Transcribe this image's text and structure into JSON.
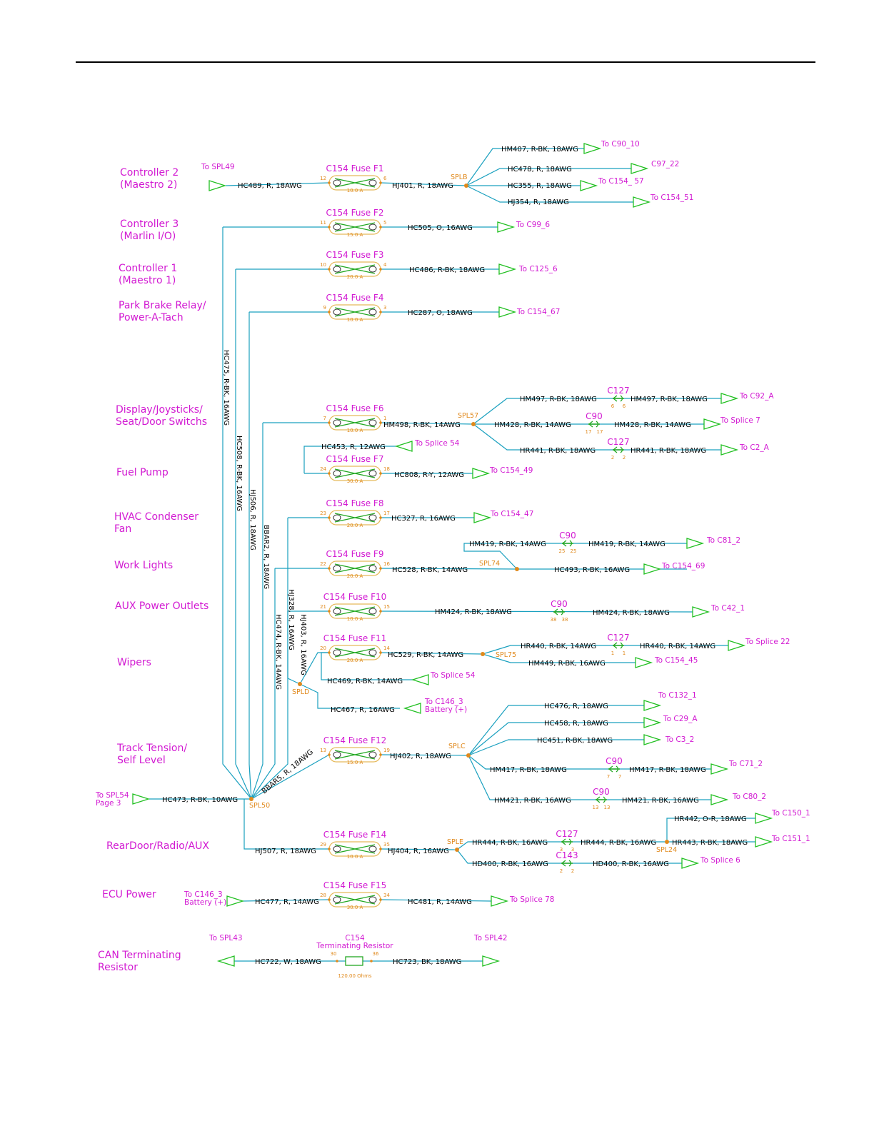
{
  "circuits": [
    {
      "label": "Controller 2\n(Maestro 2)"
    },
    {
      "label": "Controller 3\n(Marlin I/O)"
    },
    {
      "label": "Controller 1\n(Maestro 1)"
    },
    {
      "label": "Park Brake Relay/\nPower-A-Tach"
    },
    {
      "label": "Display/Joysticks/\nSeat/Door Switchs"
    },
    {
      "label": "Fuel Pump"
    },
    {
      "label": "HVAC Condenser\nFan"
    },
    {
      "label": "Work Lights"
    },
    {
      "label": "AUX Power Outlets"
    },
    {
      "label": "Wipers"
    },
    {
      "label": "Track Tension/\nSelf Level"
    },
    {
      "label": "RearDoor/Radio/AUX"
    },
    {
      "label": "ECU Power"
    },
    {
      "label": "CAN Terminating\nResistor"
    }
  ],
  "fuses": [
    {
      "name": "C154  Fuse  F1",
      "rating": "10.0 A",
      "pin_in": "12",
      "pin_out": "6"
    },
    {
      "name": "C154  Fuse  F2",
      "rating": "15.0 A",
      "pin_in": "11",
      "pin_out": "5"
    },
    {
      "name": "C154  Fuse  F3",
      "rating": "20.0 A",
      "pin_in": "10",
      "pin_out": "4"
    },
    {
      "name": "C154  Fuse  F4",
      "rating": "10.0 A",
      "pin_in": "9",
      "pin_out": "3"
    },
    {
      "name": "C154  Fuse  F6",
      "rating": "10.0 A",
      "pin_in": "7",
      "pin_out": "1"
    },
    {
      "name": "C154  Fuse  F7",
      "rating": "30.0 A",
      "pin_in": "24",
      "pin_out": "18"
    },
    {
      "name": "C154    Fuse  F8",
      "rating": "20.0 A",
      "pin_in": "23",
      "pin_out": "17"
    },
    {
      "name": "C154  Fuse  F9",
      "rating": "20.0 A",
      "pin_in": "22",
      "pin_out": "16"
    },
    {
      "name": "C154  Fuse  F10",
      "rating": "10.0 A",
      "pin_in": "21",
      "pin_out": "15"
    },
    {
      "name": "C154  Fuse  F11",
      "rating": "20.0 A",
      "pin_in": "20",
      "pin_out": "14"
    },
    {
      "name": "C154  Fuse  F12",
      "rating": "15.0 A",
      "pin_in": "13",
      "pin_out": "19"
    },
    {
      "name": "C154  Fuse  F14",
      "rating": "10.0 A",
      "pin_in": "29",
      "pin_out": "35"
    },
    {
      "name": "C154  Fuse  F15",
      "rating": "30.0 A",
      "pin_in": "28",
      "pin_out": "34"
    }
  ],
  "resistor": {
    "connector": "C154",
    "name": "Terminating  Resistor",
    "value": "120.00 Ohms",
    "pin_in": "30",
    "pin_out": "36"
  },
  "splices": [
    "SPLB",
    "SPL57",
    "SPL74",
    "SPL75",
    "SPLD",
    "SPLC",
    "SPL50",
    "SPLE",
    "SPL24"
  ],
  "inline": [
    {
      "name": "C127",
      "pin": "6"
    },
    {
      "name": "C90",
      "pin": "17"
    },
    {
      "name": "C127",
      "pin": "2"
    },
    {
      "name": "C90",
      "pin": "25"
    },
    {
      "name": "C90",
      "pin": "38"
    },
    {
      "name": "C127",
      "pin": "1"
    },
    {
      "name": "C90",
      "pin": "7"
    },
    {
      "name": "C90",
      "pin": "13"
    },
    {
      "name": "C127",
      "pin": "3"
    },
    {
      "name": "C143",
      "pin": "2"
    }
  ],
  "wires": [
    "HC489,  R,  18AWG",
    "HJ401,  R,  18AWG",
    "HM407,  R-BK,  18AWG",
    "HC478,  R,  18AWG",
    "HC355,  R,  18AWG",
    "HJ354,  R,  18AWG",
    "HC505,  O,  16AWG",
    "HC486,  R-BK,  18AWG",
    "HC287,  O,  18AWG",
    "HM498,  R-BK,  14AWG",
    "HM497,  R-BK,  18AWG",
    "HM497,  R-BK,  18AWG",
    "HM428,  R-BK,  14AWG",
    "HM428,  R-BK,  14AWG",
    "HR441,  R-BK,  18AWG",
    "HR441,  R-BK,  18AWG",
    "HC453,  R,  12AWG",
    "HC808,  R-Y,  12AWG",
    "HC327,  R,  16AWG",
    "HM419,  R-BK,  14AWG",
    "HM419,  R-BK,  14AWG",
    "HC528,  R-BK,  14AWG",
    "HC493,  R-BK,  16AWG",
    "HM424,  R-BK,  18AWG",
    "HM424,  R-BK,  18AWG",
    "HC529,  R-BK,  14AWG",
    "HR440,  R-BK,  14AWG",
    "HR440,  R-BK,  14AWG",
    "HM449,  R-BK,  16AWG",
    "HC469,  R-BK,  14AWG",
    "HC467,  R,  16AWG",
    "HC476,  R,  18AWG",
    "HC458,  R,  18AWG",
    "HC451,  R-BK,  18AWG",
    "HJ402,  R,  18AWG",
    "HM417,  R-BK,  18AWG",
    "HM417,  R-BK,  18AWG",
    "HM421,  R-BK,  16AWG",
    "HM421,  R-BK,  16AWG",
    "BBAR5,  R,  18AWG",
    "HC473,  R-BK,  10AWG",
    "HJ507,  R,  18AWG",
    "HJ404,  R,  16AWG",
    "HR444,  R-BK,  16AWG",
    "HR444,  R-BK,  16AWG",
    "HR442,  O-R,  18AWG",
    "HR443,  R-BK,  18AWG",
    "HD400,  R-BK,  16AWG",
    "HD400,  R-BK,  16AWG",
    "HC477,  R,  14AWG",
    "HC481,  R,  14AWG",
    "HC722,  W,  18AWG",
    "HC723,  BK,  18AWG",
    "HC475,  R-BK,  16AWG",
    "HC508,  R-BK,  16AWG",
    "HJ506,  R,  18AWG",
    "BBAR2,  R,  18AWG",
    "HJ328,  R,  16AWG",
    "HC474,  R-BK,  14AWG",
    "HJ403,  R,  16AWG"
  ],
  "destinations": [
    "To  SPL49",
    "To  C90_10",
    "C97_22",
    "To  C154_  57",
    "To  C154_51",
    "To  C99_6",
    "To  C125_6",
    "To  C154_67",
    "To  C92_A",
    "To  Splice  7",
    "To  C2_A",
    "To  Splice  54",
    "To  C154_49",
    "To  C154_47",
    "To  C81_2",
    "To  C154_69",
    "To  C42_1",
    "To  Splice  22",
    "To  C154_45",
    "To  Splice  54",
    "To  C146_3\nBattery  (+)",
    "To  C132_1",
    "To  C29_A",
    "To  C3_2",
    "To  C71_2",
    "To  C80_2",
    "To  SPL54\nPage  3",
    "To  C150_1",
    "To  C151_1",
    "To  Splice  6",
    "To  C146_3\nBattery  (+)",
    "To  Splice  78",
    "To  SPL43",
    "To  SPL42"
  ]
}
